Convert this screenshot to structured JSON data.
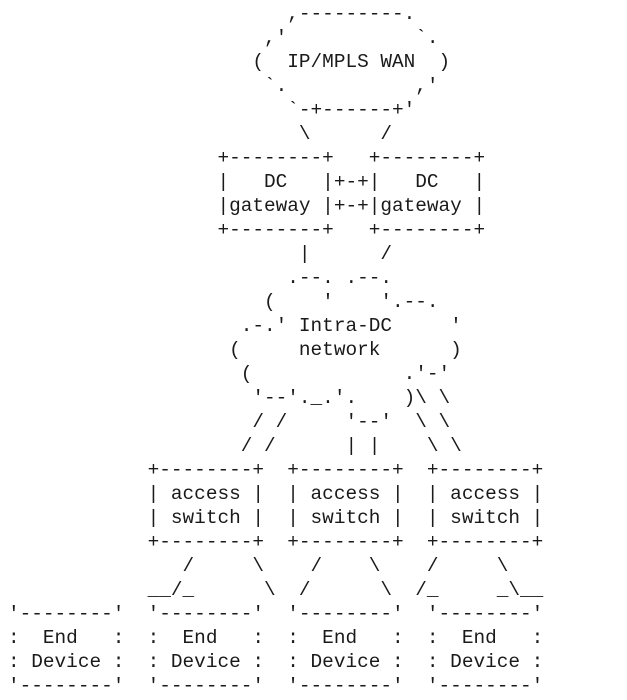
{
  "diagram": {
    "lines": [
      "                        ,---------.",
      "                      ,'           `.",
      "                     (  IP/MPLS WAN  )",
      "                      `.           ,'",
      "                        `-+------+'",
      "                         \\      /",
      "                  +--------+   +--------+",
      "                  |   DC   |+-+|   DC   |",
      "                  |gateway |+-+|gateway |",
      "                  +--------+   +--------+",
      "                         |      /",
      "                        .--. .--.",
      "                      (    '    '.--.",
      "                    .-.' Intra-DC     '",
      "                   (     network      )",
      "                    (             .'-'",
      "                     '--'._.'.    )\\ \\",
      "                     / /     '--'  \\ \\",
      "                    / /      | |    \\ \\",
      "            +--------+  +--------+  +--------+",
      "            | access |  | access |  | access |",
      "            | switch |  | switch |  | switch |",
      "            +--------+  +--------+  +--------+",
      "               /     \\    /    \\    /     \\",
      "            __/_      \\  /      \\  /_     _\\__",
      "'--------'  '--------'  '--------'  '--------'",
      ":  End   :  :  End   :  :  End   :  :  End   :",
      ": Device :  : Device :  : Device :  : Device :",
      "'--------'  '--------'  '--------'  '--------'"
    ]
  }
}
